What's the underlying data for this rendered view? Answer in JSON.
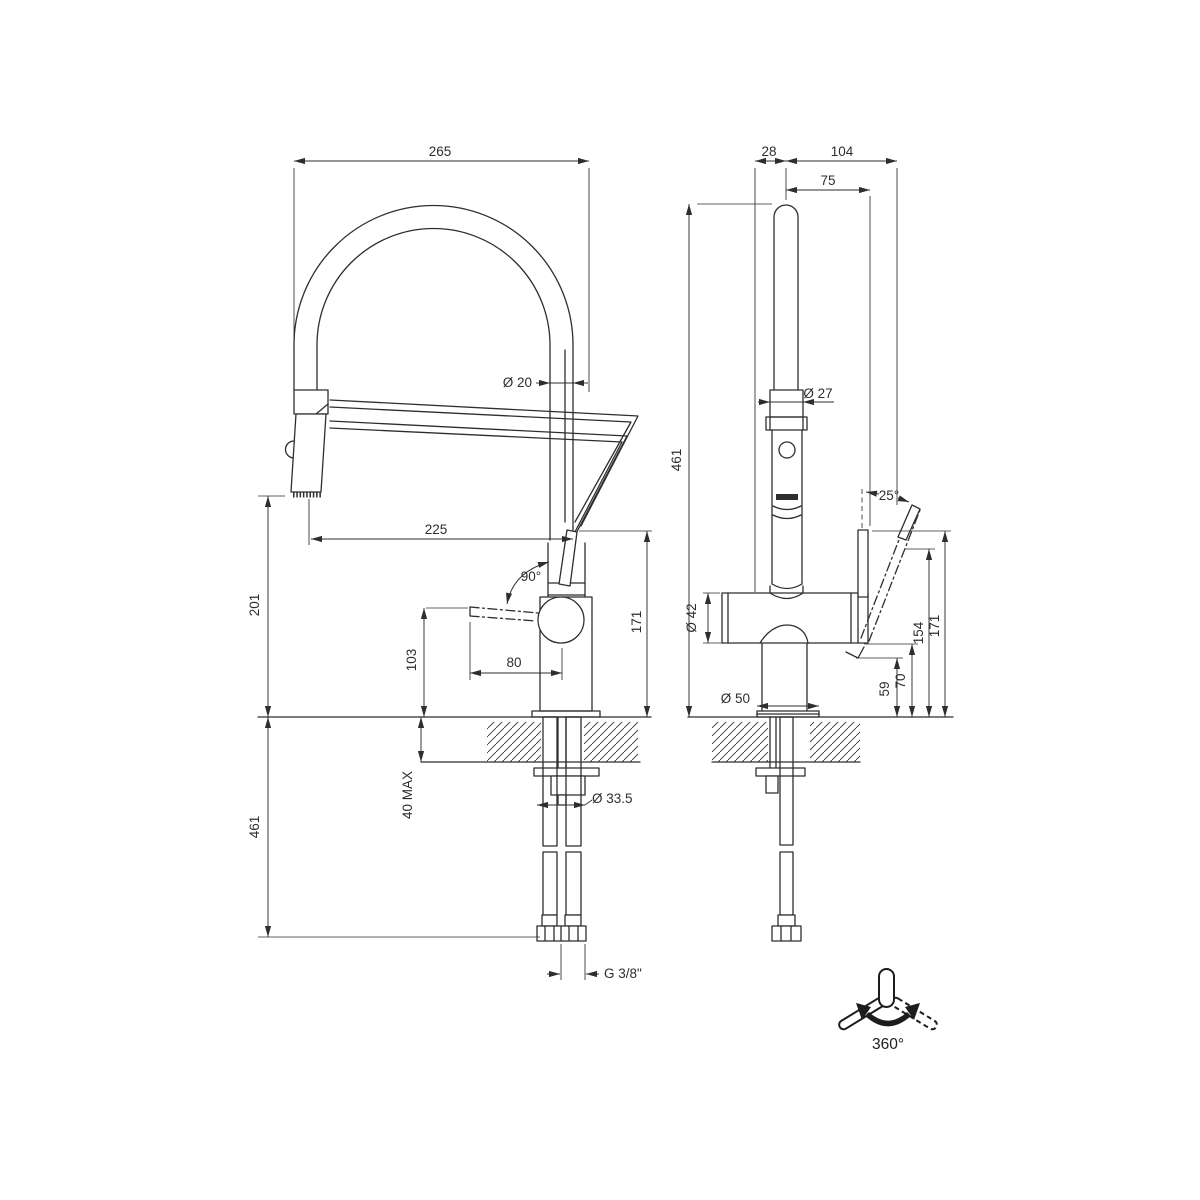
{
  "drawing": {
    "subject": "kitchen mixer tap with pull-out spray - dimensioned technical drawing",
    "views": {
      "side": {
        "name": "side view",
        "dims": {
          "overall_reach": "265",
          "hose_dia": "Ø 20",
          "spout_reach": "225",
          "lever_swing": "90°",
          "spout_height": "171",
          "lever_clearance": "103",
          "lever_length": "80",
          "spray_height": "201",
          "deck_thickness": "40 MAX",
          "hole_dia": "Ø 33.5",
          "hose_drop": "461",
          "hose_thread": "G 3/8\""
        }
      },
      "front": {
        "name": "front view",
        "dims": {
          "head_offset": "28",
          "lever_reach": "104",
          "lever_offset": "75",
          "total_height": "461",
          "neck_dia": "Ø 27",
          "body_dia": "Ø 42",
          "lever_tilt": "25°",
          "lever_top_height": "171",
          "lever_pivot_height": "154",
          "body_bottom_height": "70",
          "lever_tip_height": "59",
          "base_dia": "Ø 50"
        }
      },
      "legend": {
        "rotation": "360°"
      }
    },
    "colors": {
      "line": "#2e2e2e",
      "background": "#ffffff"
    }
  }
}
